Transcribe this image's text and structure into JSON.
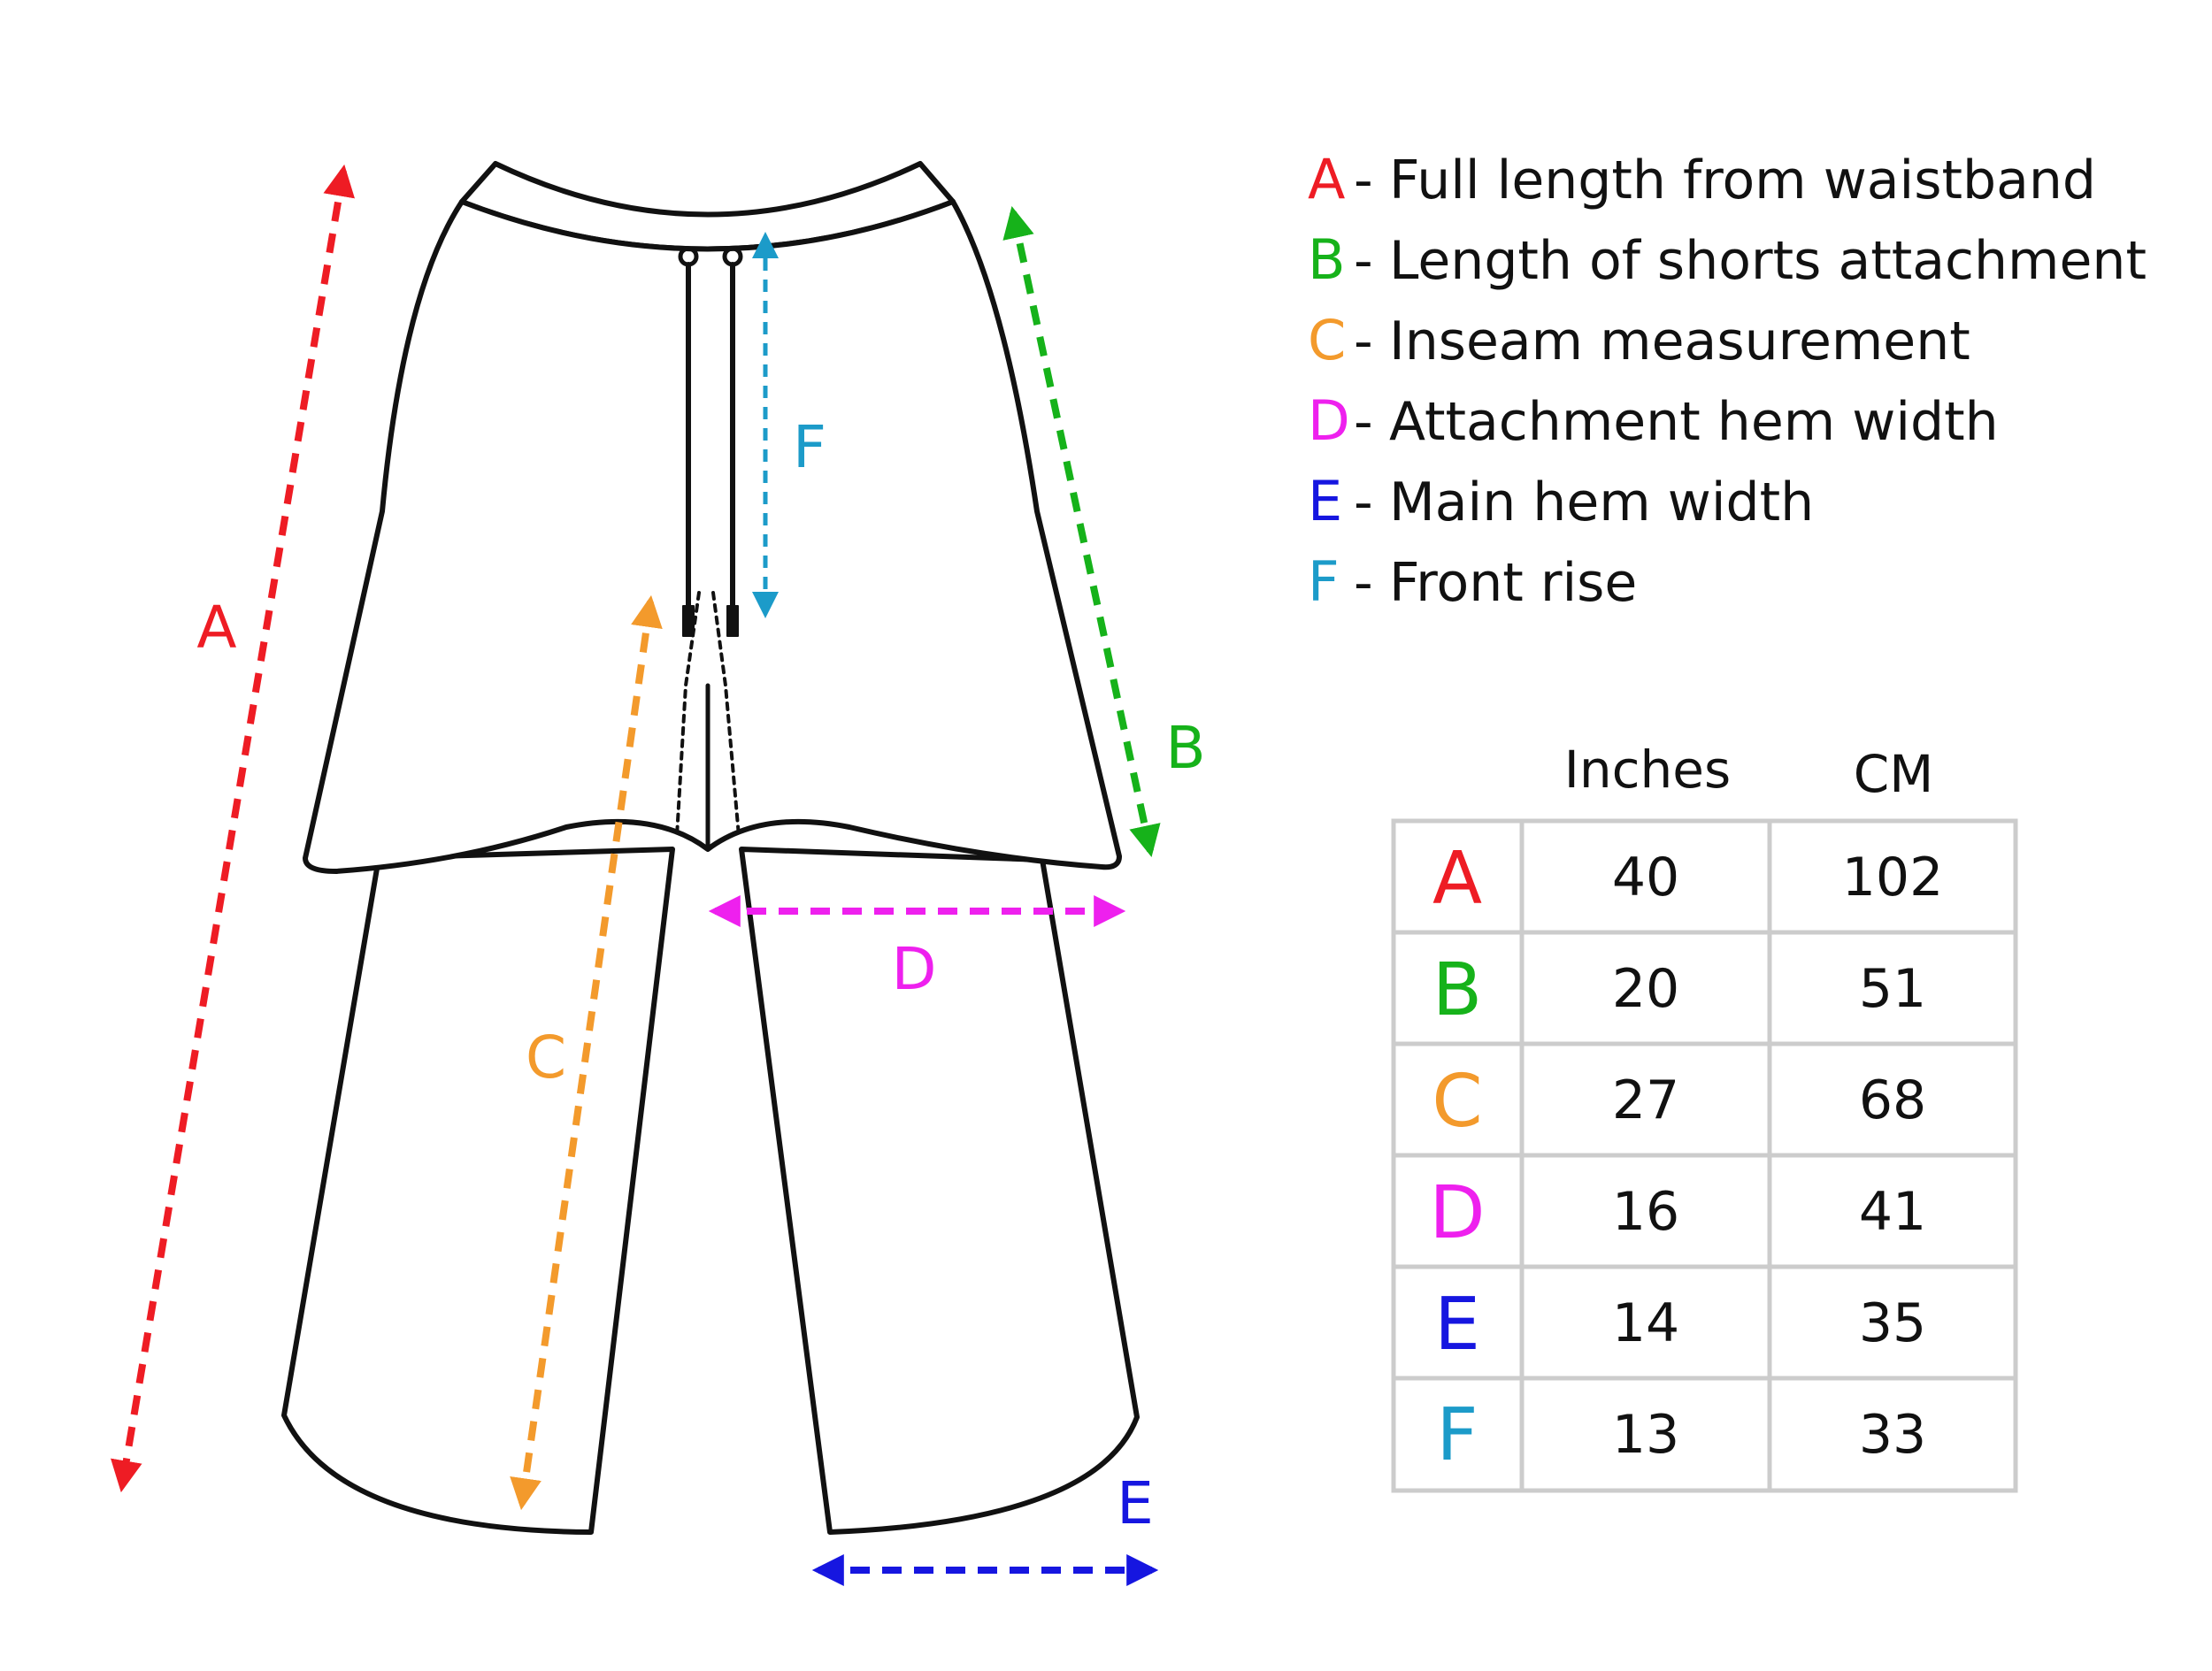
{
  "colors": {
    "A": "#ee1c24",
    "B": "#16b21a",
    "C": "#f39a2c",
    "D": "#ee20ee",
    "E": "#1616e0",
    "F": "#1c9bc9",
    "outline": "#111111",
    "table_border": "#cccccc"
  },
  "dimension_labels": {
    "A": "A",
    "B": "B",
    "C": "C",
    "D": "D",
    "E": "E",
    "F": "F"
  },
  "legend": [
    {
      "key": "A",
      "separator": "-",
      "text": "Full length from waistband"
    },
    {
      "key": "B",
      "separator": "-",
      "text": "Length of shorts attachment"
    },
    {
      "key": "C",
      "separator": "-",
      "text": "Inseam measurement"
    },
    {
      "key": "D",
      "separator": "-",
      "text": "Attachment hem width"
    },
    {
      "key": "E",
      "separator": "-",
      "text": "Main hem width"
    },
    {
      "key": "F",
      "separator": "-",
      "text": "Front rise"
    }
  ],
  "table": {
    "headers": [
      "Inches",
      "CM"
    ],
    "rows": [
      {
        "key": "A",
        "inches": "40",
        "cm": "102"
      },
      {
        "key": "B",
        "inches": "20",
        "cm": "51"
      },
      {
        "key": "C",
        "inches": "27",
        "cm": "68"
      },
      {
        "key": "D",
        "inches": "16",
        "cm": "41"
      },
      {
        "key": "E",
        "inches": "14",
        "cm": "35"
      },
      {
        "key": "F",
        "inches": "13",
        "cm": "33"
      }
    ]
  }
}
